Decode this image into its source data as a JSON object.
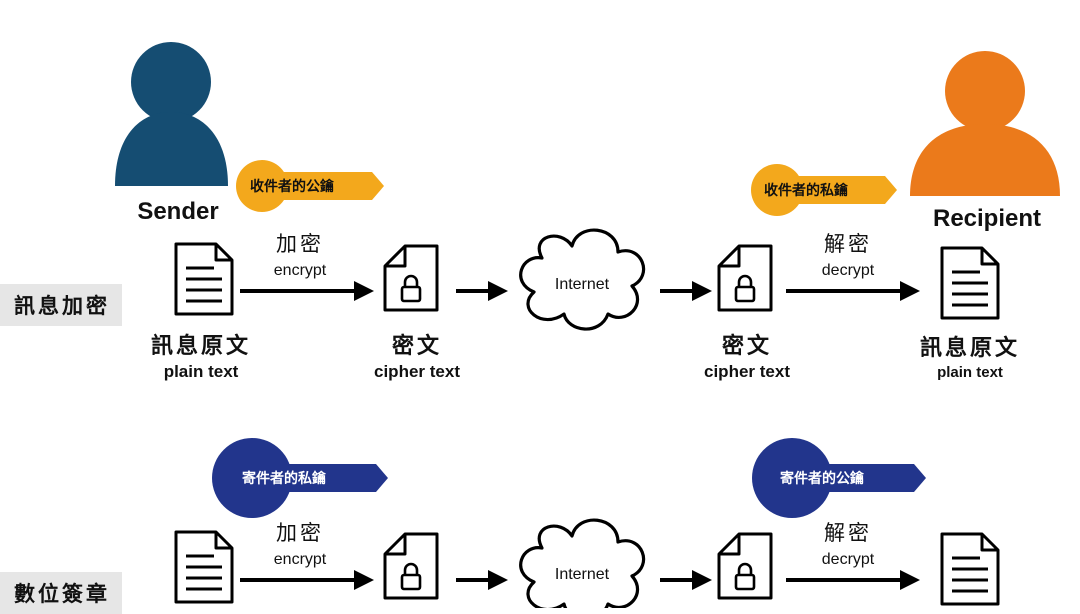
{
  "colors": {
    "sender": "#154d72",
    "recipient": "#eb7a1b",
    "key_yellow": "#f3a81c",
    "key_navy": "#22358c"
  },
  "sender": {
    "name": "Sender"
  },
  "recipient": {
    "name": "Recipient"
  },
  "encryption_row": {
    "section_label": "訊息加密",
    "sender_key": "收件者的公鑰",
    "recipient_key": "收件者的私鑰",
    "encrypt": {
      "cn": "加密",
      "en": "encrypt"
    },
    "decrypt": {
      "cn": "解密",
      "en": "decrypt"
    },
    "plain_left": {
      "cn": "訊息原文",
      "en": "plain text"
    },
    "cipher_left": {
      "cn": "密文",
      "en": "cipher text"
    },
    "network": "Internet",
    "cipher_right": {
      "cn": "密文",
      "en": "cipher text"
    },
    "plain_right": {
      "cn": "訊息原文",
      "en": "plain text"
    }
  },
  "signature_row": {
    "section_label": "數位簽章",
    "sender_key": "寄件者的私鑰",
    "recipient_key": "寄件者的公鑰",
    "encrypt": {
      "cn": "加密",
      "en": "encrypt"
    },
    "decrypt": {
      "cn": "解密",
      "en": "decrypt"
    },
    "network": "Internet"
  }
}
